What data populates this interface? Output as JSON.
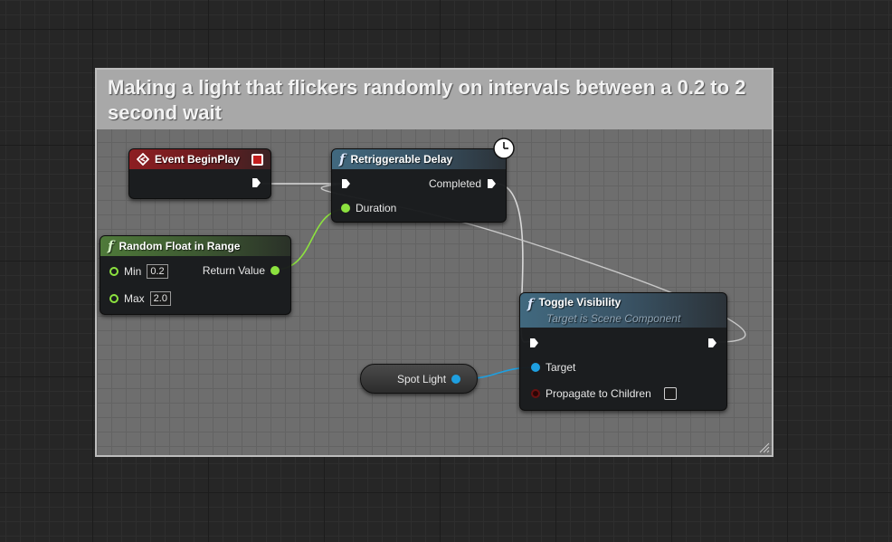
{
  "comment": {
    "title": "Making a light that flickers randomly on intervals between a 0.2 to 2 second wait"
  },
  "nodes": {
    "event_begin_play": {
      "title": "Event BeginPlay"
    },
    "retriggerable_delay": {
      "title": "Retriggerable Delay",
      "completed_label": "Completed",
      "duration_label": "Duration"
    },
    "random_float": {
      "title": "Random Float in Range",
      "min_label": "Min",
      "min_value": "0.2",
      "max_label": "Max",
      "max_value": "2.0",
      "return_label": "Return Value"
    },
    "toggle_visibility": {
      "title": "Toggle Visibility",
      "subtitle": "Target is Scene Component",
      "target_label": "Target",
      "propagate_label": "Propagate to Children"
    },
    "spot_light": {
      "label": "Spot Light"
    }
  },
  "colors": {
    "event_header": "#8d1e22",
    "function_header": "#41697f",
    "pure_function_header": "#4f7a3a",
    "float_pin": "#8ce23f",
    "object_pin": "#1e9fe0",
    "bool_pin": "#6a1010",
    "exec_wire": "#d8d8d8"
  }
}
